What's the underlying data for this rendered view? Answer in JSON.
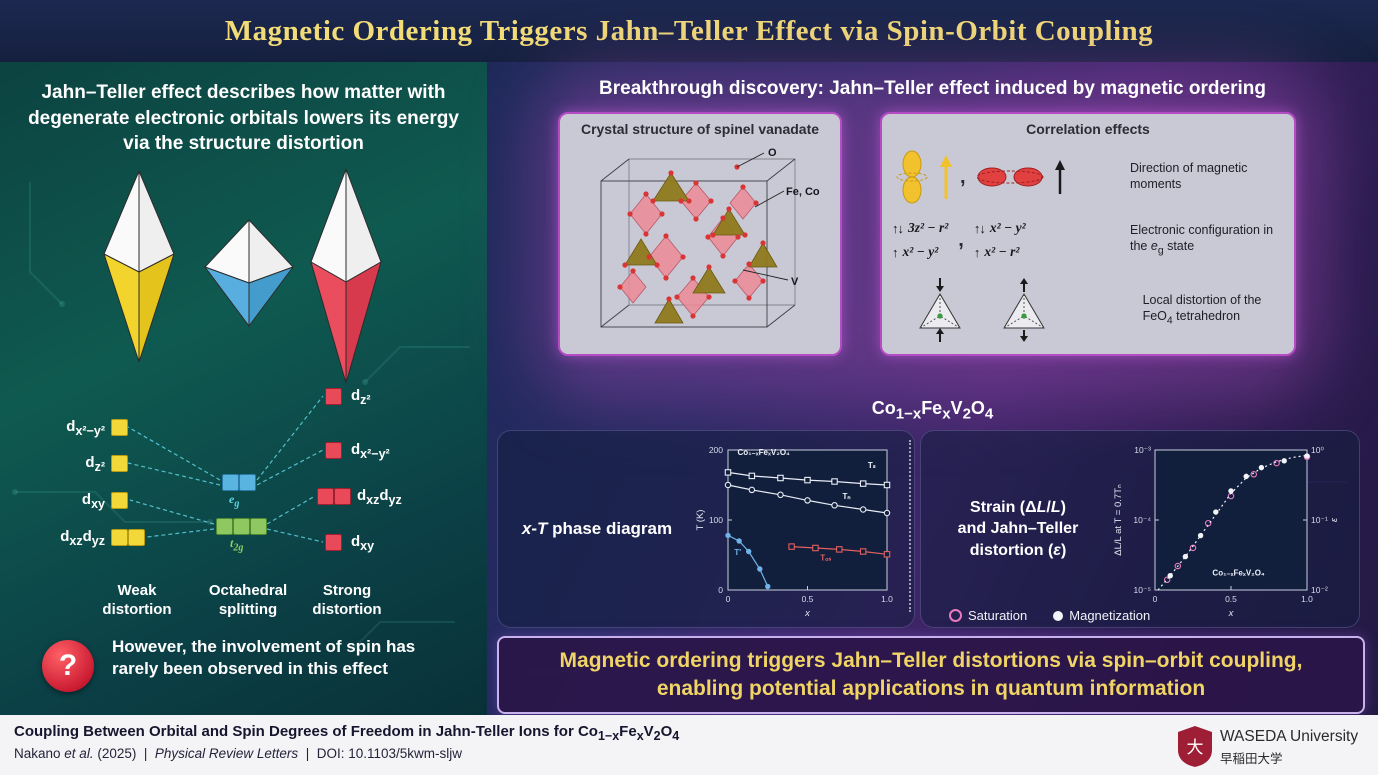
{
  "header": {
    "title": "Magnetic Ordering Triggers Jahn–Teller Effect via Spin-Orbit Coupling"
  },
  "left_panel": {
    "intro": "Jahn–Teller effect describes how matter with degenerate electronic orbitals lowers its energy via the structure distortion",
    "energy_diagram": {
      "left_levels": [
        "d<sub>x²−y²</sub>",
        "d<sub>z²</sub>",
        "d<sub>xy</sub>",
        "d<sub>xz</sub>d<sub>yz</sub>"
      ],
      "center_levels": [
        "e<sub>g</sub>",
        "t<sub>2g</sub>"
      ],
      "right_levels": [
        "d<sub>z²</sub>",
        "d<sub>x²−y²</sub>",
        "d<sub>xz</sub>d<sub>yz</sub>",
        "d<sub>xy</sub>"
      ],
      "captions": [
        "Weak<br>distortion",
        "Octahedral<br>splitting",
        "Strong<br>distortion"
      ]
    },
    "question_mark": "?",
    "note": "However, the involvement of spin has rarely been observed in this effect"
  },
  "discovery": {
    "headline": "Breakthrough discovery: Jahn–Teller effect induced by magnetic ordering",
    "crystal_panel": {
      "title": "Crystal structure of spinel vanadate",
      "labels": {
        "o": "O",
        "fe_co": "Fe, Co",
        "v": "V"
      }
    },
    "correlation_panel": {
      "title": "Correlation effects",
      "comma": ",",
      "captions": [
        "Direction of magnetic moments",
        "Electronic configuration in the <i>e</i><sub>g</sub> state",
        "Local distortion of the FeO<sub>4</sub> tetrahedron"
      ],
      "configs": [
        {
          "top_spins": "↑↓",
          "top": "3z² − r²",
          "bottom_spins": "↑",
          "bottom": "x² − y²"
        },
        {
          "top_spins": "↑↓",
          "top": "x² − y²",
          "bottom_spins": "↑",
          "bottom": "x² − r²"
        }
      ]
    }
  },
  "results": {
    "formula": "Co<sub>1−x</sub>Fe<sub>x</sub>V<sub>2</sub>O<sub>4</sub>",
    "phase_label": "<i>x</i>-<i>T</i> phase diagram",
    "strain_label": "Strain (Δ<i>L</i>/<i>L</i>)<br>and Jahn–Teller<br>distortion (<i>ε</i>)"
  },
  "conclusion": {
    "text": "Magnetic ordering triggers Jahn–Teller distortions via spin–orbit coupling,<br>enabling potential applications in quantum information"
  },
  "footer": {
    "paper_title": "Coupling Between Orbital and Spin Degrees of Freedom in Jahn-Teller Ions for Co<sub>1−x</sub>Fe<sub>x</sub>V<sub>2</sub>O<sub>4</sub>",
    "citation": "Nakano <i>et al.</i> (2025)&nbsp; | &nbsp;<i>Physical Review Letters</i>&nbsp; | &nbsp;DOI: 10.1103/5kwm-sljw",
    "university": "WASEDA University",
    "university_jp": "早稲田大学",
    "logo_glyph": "大"
  },
  "chart_data": [
    {
      "type": "line",
      "title": "x-T phase diagram of Co1-xFexV2O4",
      "xlabel": "x",
      "ylabel": "T (K)",
      "xlim": [
        0,
        1
      ],
      "ylim": [
        0,
        200
      ],
      "xticks": [
        {
          "v": 0,
          "label": "0"
        },
        {
          "v": 0.5,
          "label": "0.5"
        },
        {
          "v": 1,
          "label": "1.0"
        }
      ],
      "yticks": [
        0,
        100,
        200
      ],
      "grid": false,
      "legend_position": "none",
      "series": [
        {
          "name": "Ts",
          "marker": "open-square",
          "color": "#e8ecf4",
          "x": [
            0,
            0.15,
            0.33,
            0.5,
            0.67,
            0.85,
            1.0
          ],
          "y": [
            168,
            163,
            160,
            157,
            155,
            152,
            150
          ]
        },
        {
          "name": "TN",
          "marker": "open-circle",
          "color": "#e8ecf4",
          "x": [
            0,
            0.15,
            0.33,
            0.5,
            0.67,
            0.85,
            1.0
          ],
          "y": [
            150,
            143,
            136,
            128,
            121,
            115,
            110
          ]
        },
        {
          "name": "T'",
          "marker": "filled-circle",
          "color": "#6fb3e8",
          "x": [
            0,
            0.07,
            0.13,
            0.2,
            0.25
          ],
          "y": [
            78,
            70,
            55,
            30,
            5
          ]
        },
        {
          "name": "Tos",
          "marker": "open-square",
          "color": "#e06060",
          "x": [
            0.4,
            0.55,
            0.7,
            0.85,
            1.0
          ],
          "y": [
            62,
            60,
            58,
            55,
            51
          ]
        }
      ],
      "annotations": [
        {
          "text": "Co₁₋ₓFeₓV₂O₄",
          "x": 0.06,
          "y": 193,
          "color": "#eef1f8"
        },
        {
          "text": "Tₛ",
          "x": 0.88,
          "y": 174,
          "color": "#eef1f8"
        },
        {
          "text": "Tₙ",
          "x": 0.72,
          "y": 130,
          "color": "#eef1f8"
        },
        {
          "text": "T′",
          "x": 0.04,
          "y": 50,
          "color": "#6fb3e8"
        },
        {
          "text": "Tₒₛ",
          "x": 0.58,
          "y": 42,
          "color": "#e06060"
        }
      ]
    },
    {
      "type": "scatter",
      "title": "Strain and Jahn–Teller distortion vs x",
      "xlabel": "x",
      "ylabel": "ΔL/L at T = 0.7Tₙ",
      "ylabel_right": "ε",
      "xlim": [
        0,
        1
      ],
      "ylim": [
        1e-05,
        0.001
      ],
      "ylog": true,
      "xticks": [
        {
          "v": 0,
          "label": "0"
        },
        {
          "v": 0.5,
          "label": "0.5"
        },
        {
          "v": 1,
          "label": "1.0"
        }
      ],
      "yticks_left": [
        {
          "v": 0.001,
          "label": "10⁻³"
        },
        {
          "v": 0.0001,
          "label": "10⁻⁴"
        },
        {
          "v": 1e-05,
          "label": "10⁻⁵"
        }
      ],
      "yticks_right": [
        {
          "v": 0.001,
          "label": "10⁰"
        },
        {
          "v": 0.0001,
          "label": "10⁻¹"
        },
        {
          "v": 1e-05,
          "label": "10⁻²"
        }
      ],
      "series": [
        {
          "name": "Saturation",
          "marker": "open-circle",
          "color": "#e87bc0",
          "x": [
            0.08,
            0.15,
            0.25,
            0.35,
            0.5,
            0.65,
            0.8,
            1.0
          ],
          "y": [
            1.4e-05,
            2.2e-05,
            4e-05,
            9e-05,
            0.00022,
            0.00045,
            0.00065,
            0.0008
          ]
        },
        {
          "name": "Magnetization",
          "marker": "filled-circle",
          "color": "#f2f4f8",
          "x": [
            0.1,
            0.2,
            0.3,
            0.4,
            0.5,
            0.6,
            0.7,
            0.85,
            1.0
          ],
          "y": [
            1.6e-05,
            3e-05,
            6e-05,
            0.00013,
            0.00026,
            0.00042,
            0.00056,
            0.0007,
            0.00082
          ]
        },
        {
          "name": "fit",
          "marker": "none",
          "dotted": true,
          "color": "#f2f4f8",
          "x": [
            0.02,
            0.1,
            0.2,
            0.3,
            0.4,
            0.5,
            0.6,
            0.7,
            0.8,
            0.9,
            1.0
          ],
          "y": [
            1e-05,
            1.6e-05,
            3e-05,
            6e-05,
            0.00012,
            0.00024,
            0.0004,
            0.00055,
            0.00068,
            0.00078,
            0.00084
          ]
        }
      ],
      "annotation": {
        "text": "Co₁₋ₓFeₓV₂O₄",
        "x": 0.55,
        "y": 1.6e-05,
        "color": "#eef1f8"
      },
      "legend": [
        {
          "label": "Saturation",
          "marker": "open-circle",
          "color": "#e87bc0"
        },
        {
          "label": "Magnetization",
          "marker": "filled-circle",
          "color": "#f2f4f8"
        }
      ]
    }
  ]
}
